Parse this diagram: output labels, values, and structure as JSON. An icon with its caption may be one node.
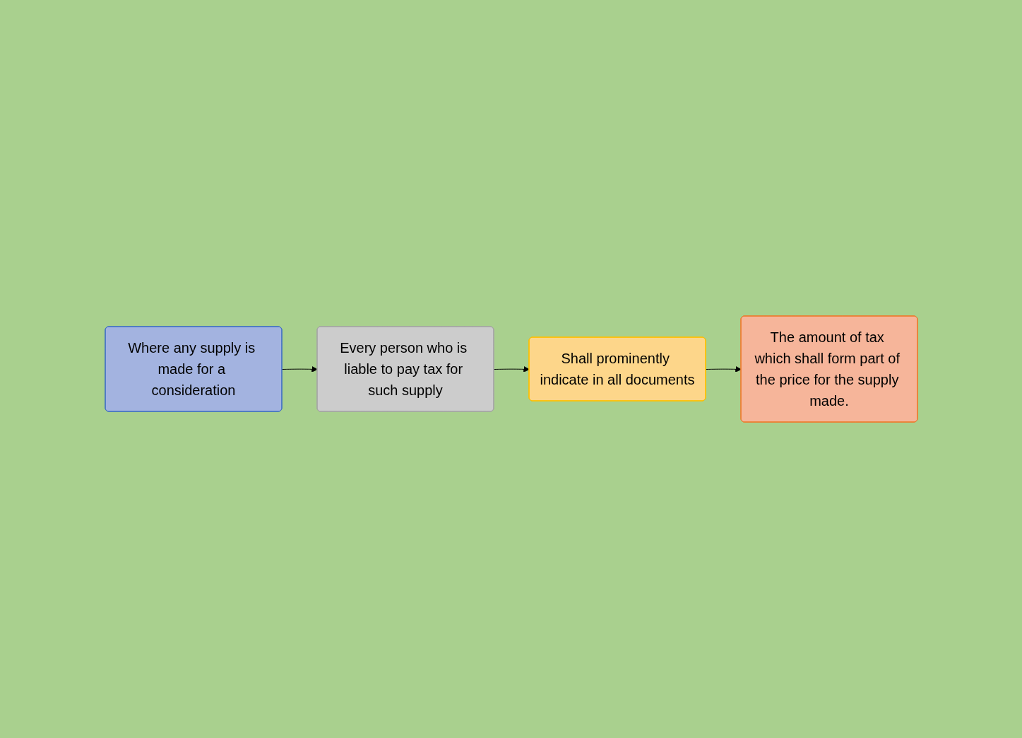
{
  "diagram": {
    "nodes": [
      {
        "text": [
          "Where any supply is made for a consideration"
        ]
      },
      {
        "text": [
          "Every person who is liable to pay tax for such supply"
        ]
      },
      {
        "text": [
          "Shall prominently indicate in all documents"
        ]
      },
      {
        "text": [
          "The amount of tax which shall form part of the price for the supply made."
        ]
      }
    ],
    "edges": [
      {
        "from": 0,
        "to": 1,
        "arrow": "to"
      },
      {
        "from": 1,
        "to": 2,
        "arrow": "to"
      },
      {
        "from": 2,
        "to": 3,
        "arrow": "to"
      }
    ]
  }
}
